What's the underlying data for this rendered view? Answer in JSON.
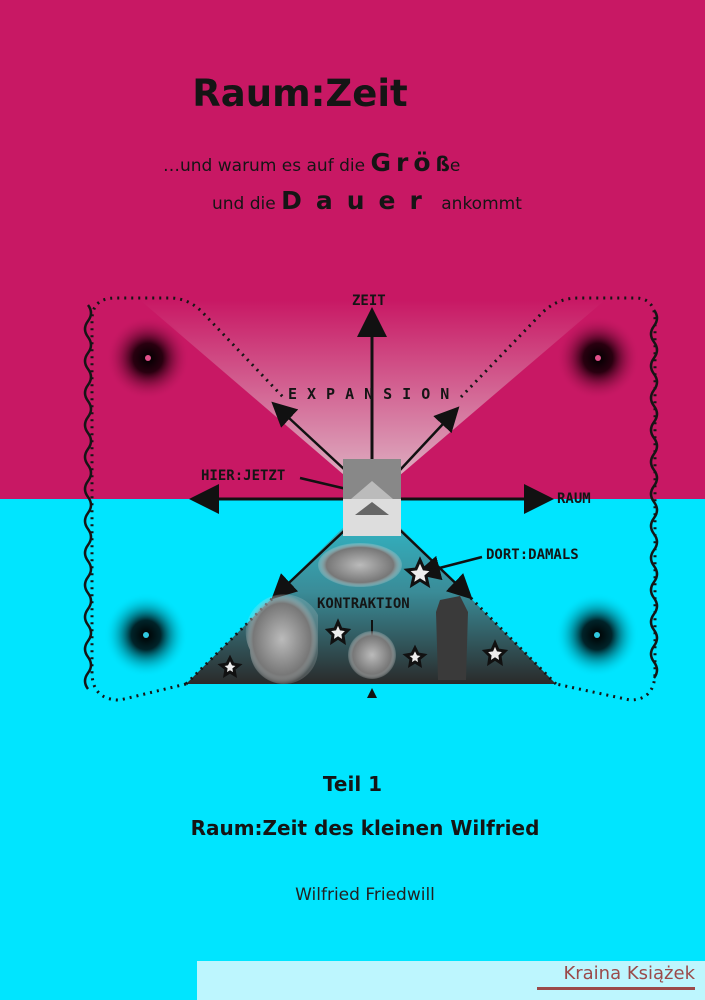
{
  "cover": {
    "title": "Raum:Zeit",
    "subtitle_line1_prefix": "…und warum es auf die ",
    "subtitle_line1_big": "Grö",
    "subtitle_line1_mid": "ß",
    "subtitle_line1_suffix": "e",
    "subtitle_line2_prefix": "und die ",
    "subtitle_line2_big": "Dauer",
    "subtitle_line2_suffix": " ankommt",
    "part": "Teil 1",
    "part_title": "Raum:Zeit des kleinen Wilfried",
    "author": "Wilfried Friedwill",
    "publisher": "Kraina Książek"
  },
  "diagram": {
    "axis_vertical": "ZEIT",
    "axis_horizontal": "RAUM",
    "upper_region": "EXPANSION",
    "lower_region": "KONTRAKTION",
    "pointer_present": "HIER:JETZT",
    "pointer_past": "DORT:DAMALS"
  },
  "colors": {
    "top_background": "#C81864",
    "bottom_background": "#00E5FF",
    "publisher_strip": "#BDF6FE",
    "publisher_text": "#9B4A4A"
  }
}
